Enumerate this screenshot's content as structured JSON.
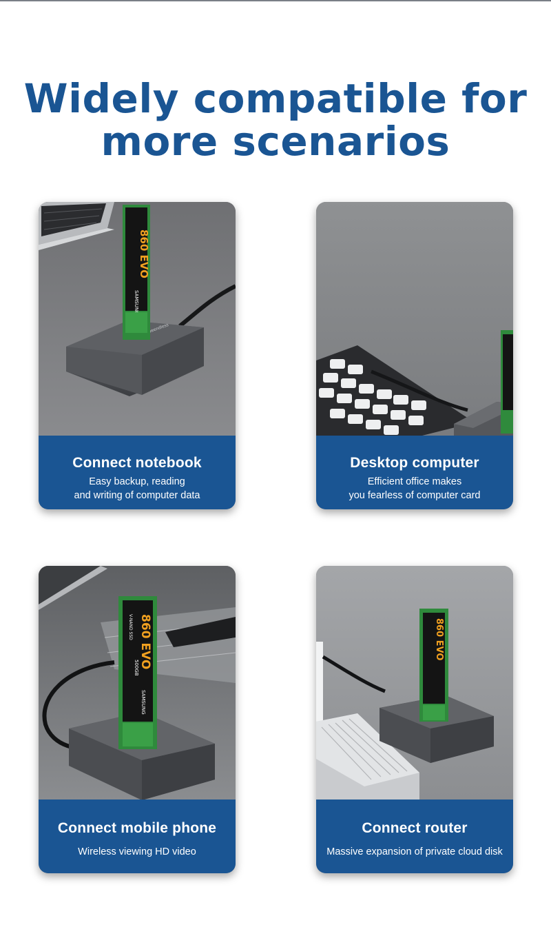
{
  "headline": {
    "line1": "Widely compatible for",
    "line2": "more scenarios"
  },
  "colors": {
    "brand_blue": "#1a5593",
    "caption_text": "#ffffff",
    "ssd_green": "#2f8a3c"
  },
  "ssd_label": {
    "brand_line": "V-NAND SSD",
    "model": "860 EVO",
    "capacity": "500GB",
    "maker": "SAMSUNG"
  },
  "dock_brand": "Blueendless",
  "cards": [
    {
      "title": "Connect notebook",
      "desc_line1": "Easy backup, reading",
      "desc_line2": "and writing of computer data"
    },
    {
      "title": "Desktop computer",
      "desc_line1": "Efficient office makes",
      "desc_line2": "you fearless of computer card"
    },
    {
      "title": "Connect mobile phone",
      "desc_line1": "Wireless viewing HD video"
    },
    {
      "title": "Connect router",
      "desc_line1": "Massive expansion of private cloud disk"
    }
  ]
}
